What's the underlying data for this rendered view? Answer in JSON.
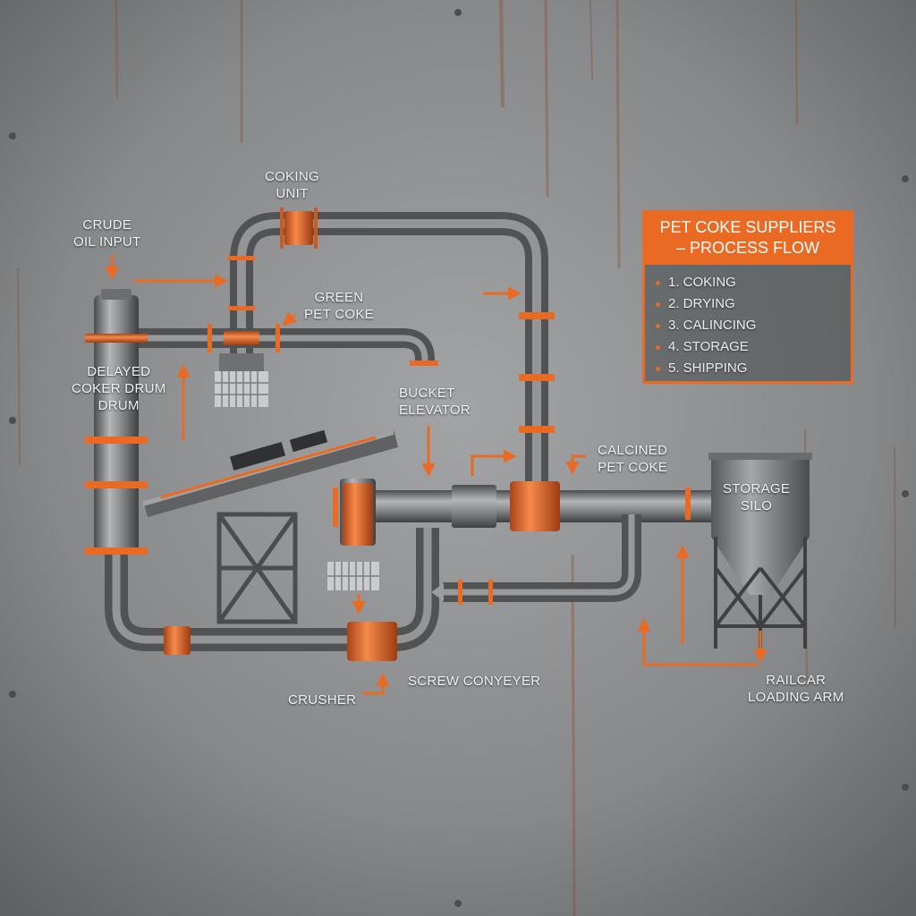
{
  "colors": {
    "accent": "#ea6a24",
    "wall": "#8b8d8f",
    "pipe": "#8a8c8e",
    "rust": "#8a4a22"
  },
  "labels": {
    "coking_unit": [
      "COKING",
      "UNIT"
    ],
    "crude_oil": [
      "CRUDE",
      "OIL INPUT"
    ],
    "green_pet_coke": [
      "GREEN",
      "PET COKE"
    ],
    "delayed_coker": [
      "DELAYED",
      "COKER DRUM",
      "DRUM"
    ],
    "bucket_elevator": [
      "BUCKET",
      "ELEVATOR"
    ],
    "calcined_pet_coke": [
      "CALCINED",
      "PET COKE"
    ],
    "storage_silo": [
      "STORAGE",
      "SILO"
    ],
    "screw_conveyer": "SCREW CONYEYER",
    "crusher": "CRUSHER",
    "railcar_loading_arm": [
      "RAILCAR",
      "LOADING ARM"
    ]
  },
  "legend": {
    "title": [
      "PET COKE SUPPLIERS",
      "– PROCESS FLOW"
    ],
    "steps": [
      "1. COKING",
      "2. DRYING",
      "3. CALINCING",
      "4. STORAGE",
      "5. SHIPPING"
    ]
  }
}
